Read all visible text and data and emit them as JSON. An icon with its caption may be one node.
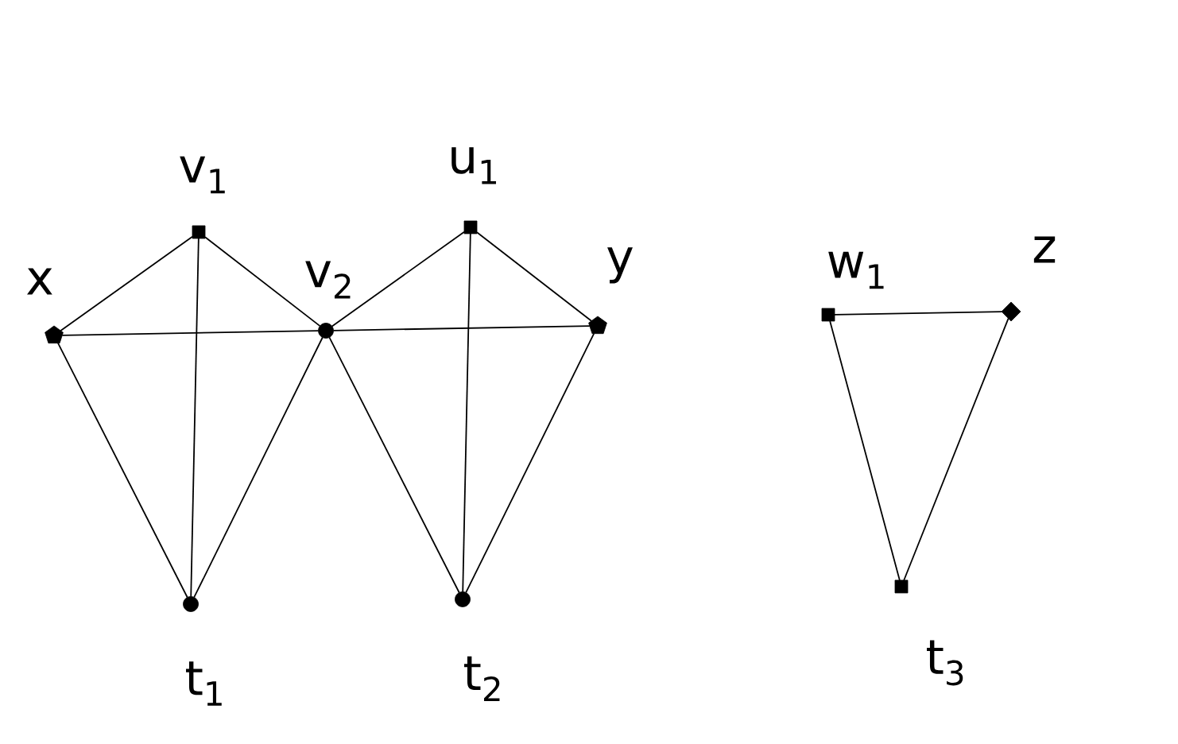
{
  "diagram": {
    "nodes": [
      {
        "text": [
          "x"
        ]
      },
      {
        "text": [
          "v$_{1}$"
        ]
      },
      {
        "text": [
          "v$_{2}$"
        ]
      },
      {
        "text": [
          "u$_{1}$"
        ]
      },
      {
        "text": [
          "y"
        ]
      },
      {
        "text": [
          "t$_{1}$"
        ]
      },
      {
        "text": [
          "t$_{2}$"
        ]
      },
      {
        "text": [
          "w$_{1}$"
        ]
      },
      {
        "text": [
          "z"
        ]
      },
      {
        "text": [
          "t$_{3}$"
        ]
      }
    ],
    "edges": [
      {
        "from": 0,
        "to": 1,
        "arrow": "none"
      },
      {
        "from": 1,
        "to": 2,
        "arrow": "none"
      },
      {
        "from": 0,
        "to": 2,
        "arrow": "none"
      },
      {
        "from": 2,
        "to": 4,
        "arrow": "none"
      },
      {
        "from": 2,
        "to": 3,
        "arrow": "none"
      },
      {
        "from": 3,
        "to": 4,
        "arrow": "none"
      },
      {
        "from": 0,
        "to": 5,
        "arrow": "none"
      },
      {
        "from": 1,
        "to": 5,
        "arrow": "none"
      },
      {
        "from": 2,
        "to": 5,
        "arrow": "none"
      },
      {
        "from": 2,
        "to": 6,
        "arrow": "none"
      },
      {
        "from": 3,
        "to": 6,
        "arrow": "none"
      },
      {
        "from": 4,
        "to": 6,
        "arrow": "none"
      },
      {
        "from": 7,
        "to": 8,
        "arrow": "none"
      },
      {
        "from": 7,
        "to": 9,
        "arrow": "none"
      },
      {
        "from": 8,
        "to": 9,
        "arrow": "none"
      }
    ]
  }
}
